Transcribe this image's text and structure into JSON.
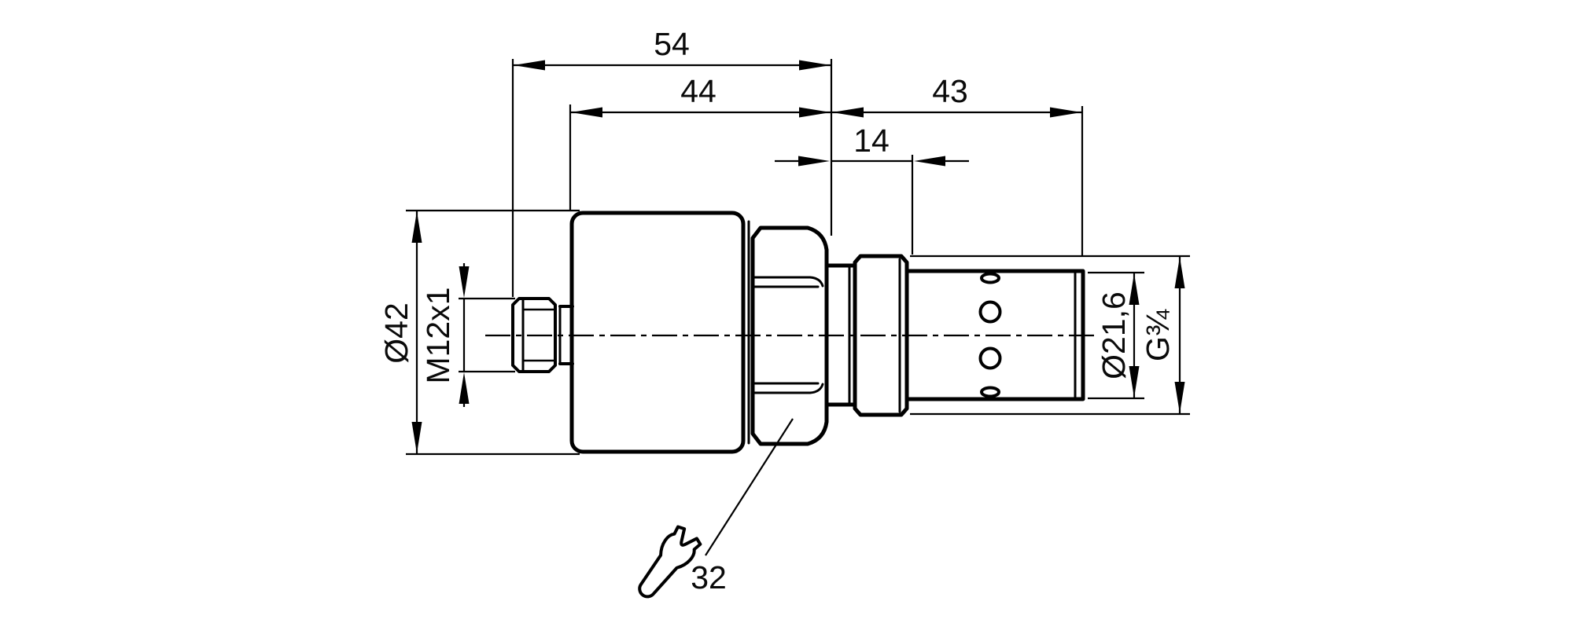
{
  "drawing": {
    "kind": "technical dimension drawing, side view",
    "background_color": "#ffffff",
    "line_color": "#000000"
  },
  "dimensions": {
    "total_length": "54",
    "housing_length": "44",
    "process_end_length": "43",
    "collar_length": "14",
    "housing_diameter": "Ø42",
    "connector_thread": "M12x1",
    "thread_diameter": "Ø21,6",
    "process_connection_thread": "G¾",
    "wrench_size": "32"
  },
  "icons": {
    "wrench": "open-end-wrench-symbol"
  }
}
